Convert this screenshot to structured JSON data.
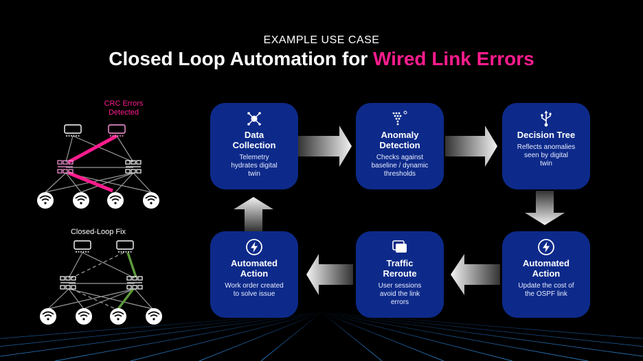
{
  "header": {
    "subtitle": "EXAMPLE USE CASE",
    "title_prefix": "Closed Loop Automation for ",
    "title_accent": "Wired Link Errors"
  },
  "colors": {
    "background": "#000000",
    "card": "#0d2a8a",
    "accent": "#ff1c8d",
    "fix_link": "#5d9a3a"
  },
  "network": {
    "top_label": "CRC Errors\nDetected",
    "bottom_label": "Closed-Loop Fix"
  },
  "cards": [
    {
      "id": "data-collection",
      "icon": "network-node-icon",
      "title": "Data\nCollection",
      "desc": "Telemetry\nhydrates digital\ntwin"
    },
    {
      "id": "anomaly-detection",
      "icon": "dots-scatter-icon",
      "title": "Anomaly\nDetection",
      "desc": "Checks against\nbaseline / dynamic\nthresholds"
    },
    {
      "id": "decision-tree",
      "icon": "usb-tree-icon",
      "title": "Decision Tree",
      "desc": "Reflects anomalies\nseen by digital\ntwin"
    },
    {
      "id": "automated-action-right",
      "icon": "lightning-bolt-icon",
      "title": "Automated\nAction",
      "desc": "Update the cost of\nthe OSPF link"
    },
    {
      "id": "traffic-reroute",
      "icon": "windows-stack-icon",
      "title": "Traffic\nReroute",
      "desc": "User sessions\navoid the link\nerrors"
    },
    {
      "id": "automated-action-left",
      "icon": "lightning-bolt-icon",
      "title": "Automated\nAction",
      "desc": "Work order created\nto solve issue"
    }
  ]
}
